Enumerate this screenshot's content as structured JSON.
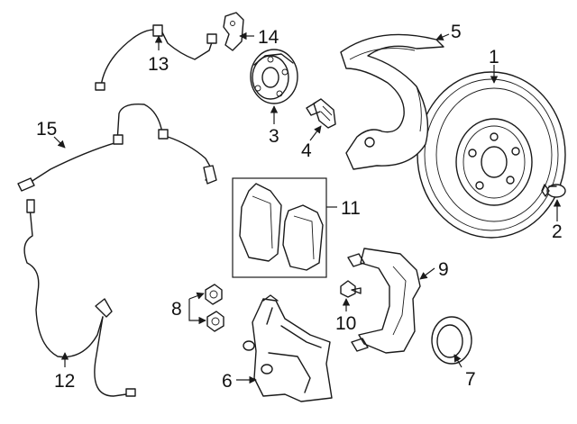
{
  "callouts": {
    "c1": "1",
    "c2": "2",
    "c3": "3",
    "c4": "4",
    "c5": "5",
    "c6": "6",
    "c7": "7",
    "c8": "8",
    "c9": "9",
    "c10": "10",
    "c11": "11",
    "c12": "12",
    "c13": "13",
    "c14": "14",
    "c15": "15"
  },
  "colors": {
    "line": "#1a1a1a",
    "background": "#ffffff"
  }
}
